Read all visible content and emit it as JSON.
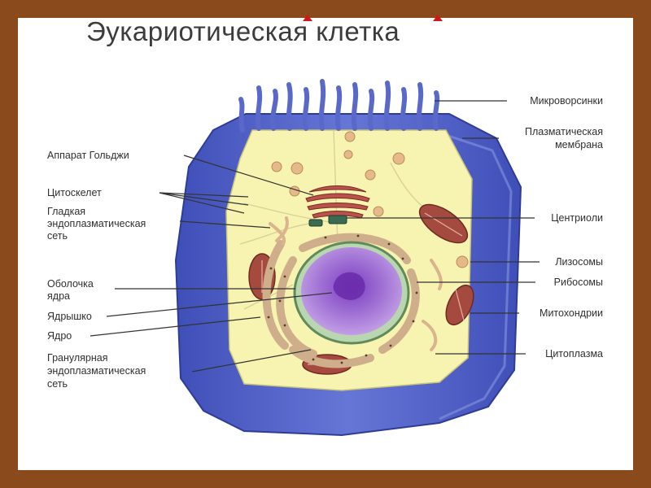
{
  "title": "Эукариотическая клетка",
  "labels": {
    "golgi": "Аппарат Гольджи",
    "cytoskeleton": "Цитоскелет",
    "smooth_er": [
      "Гладкая",
      "эндоплазматическая",
      "сеть"
    ],
    "nuclear_envelope": [
      "Оболочка",
      "ядра"
    ],
    "nucleolus": "Ядрышко",
    "nucleus": "Ядро",
    "rough_er": [
      "Гранулярная",
      "эндоплазматическая",
      "сеть"
    ],
    "microvilli": "Микроворсинки",
    "plasma_membrane": [
      "Плазматическая",
      "мембрана"
    ],
    "centrioles": "Центриоли",
    "lysosomes": "Лизосомы",
    "ribosomes": "Рибосомы",
    "mitochondria": "Митохондрии",
    "cytoplasm": "Цитоплазма"
  },
  "colors": {
    "border": "#8a4a1c",
    "membrane": "#5a69c9",
    "cytoplasm": "#f7f3b0",
    "nucleus": "#9a6ad0",
    "organelle": "#a54a3e",
    "er": "#d6b89a",
    "accent": "#d01818"
  }
}
